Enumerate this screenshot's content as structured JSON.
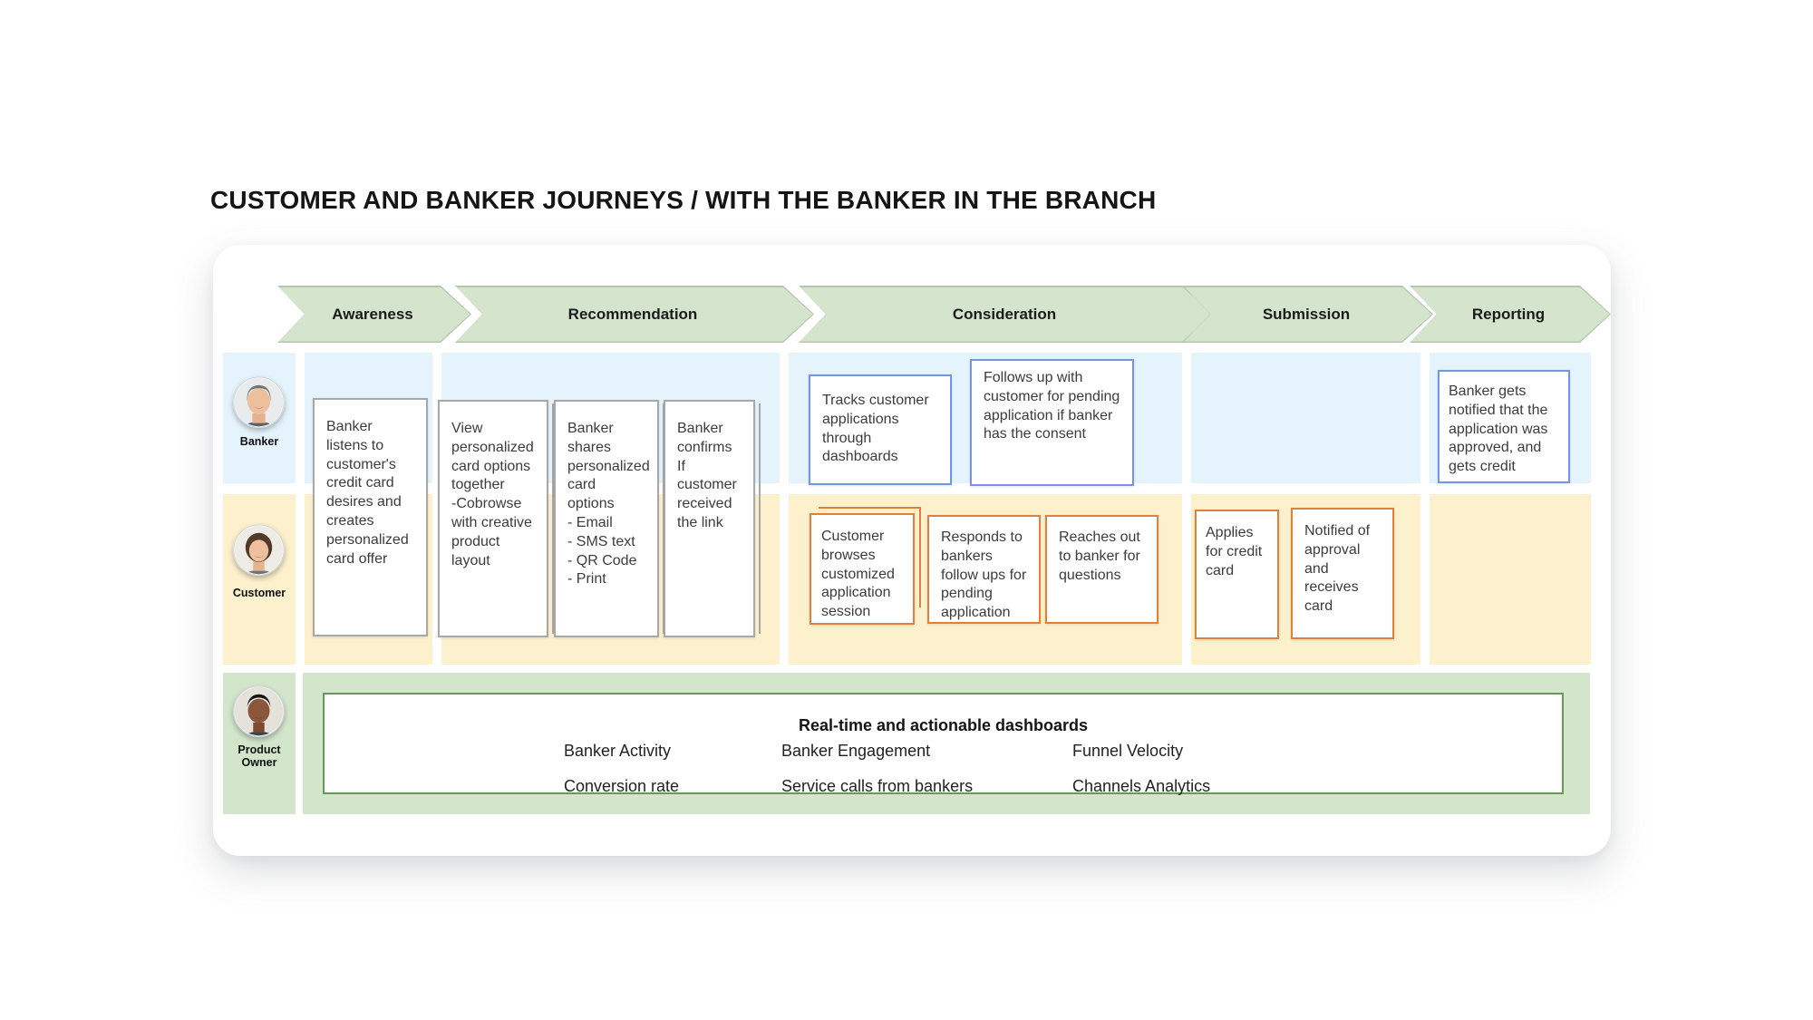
{
  "title": "CUSTOMER AND BANKER JOURNEYS / WITH THE BANKER IN THE BRANCH",
  "phases": [
    "Awareness",
    "Recommendation",
    "Consideration",
    "Submission",
    "Reporting"
  ],
  "lanes": {
    "banker": "Banker",
    "customer": "Customer",
    "product_owner": "Product Owner"
  },
  "cards": {
    "awareness_banker": "Banker listens to customer's credit card desires and creates personalized card offer",
    "recommendation_view": "View personalized card options together\n-Cobrowse with creative product layout",
    "recommendation_share": "Banker shares personalized card options\n- Email\n- SMS text\n- QR Code\n- Print",
    "recommendation_confirm": "Banker confirms\nIf customer received the link",
    "consideration_tracks": "Tracks customer applications through dashboards",
    "consideration_follows": "Follows up with customer for pending application if banker has the consent",
    "consideration_browses": "Customer browses customized application session",
    "consideration_responds": "Responds to bankers follow ups for pending application",
    "consideration_reaches": "Reaches out to banker for questions",
    "submission_applies": "Applies for credit card",
    "submission_notified": "Notified of approval and receives card",
    "reporting_notified": "Banker gets notified that the application was approved, and gets credit"
  },
  "dashboard": {
    "title": "Real-time and actionable dashboards",
    "items": [
      [
        "Banker Activity",
        "Conversion rate"
      ],
      [
        "Banker Engagement",
        "Service calls from bankers"
      ],
      [
        "Funnel Velocity",
        "Channels Analytics"
      ]
    ]
  },
  "colors": {
    "phase_chevron_fill": "#d5e5cd",
    "banker_lane": "#e4f3fc",
    "customer_lane": "#fcf0cd",
    "product_owner_lane": "#d3e5cb",
    "card_border_gray": "#a8a8a8",
    "card_border_blue": "#7495e2",
    "card_border_orange": "#e0813b",
    "dashboard_border": "#649c55"
  }
}
